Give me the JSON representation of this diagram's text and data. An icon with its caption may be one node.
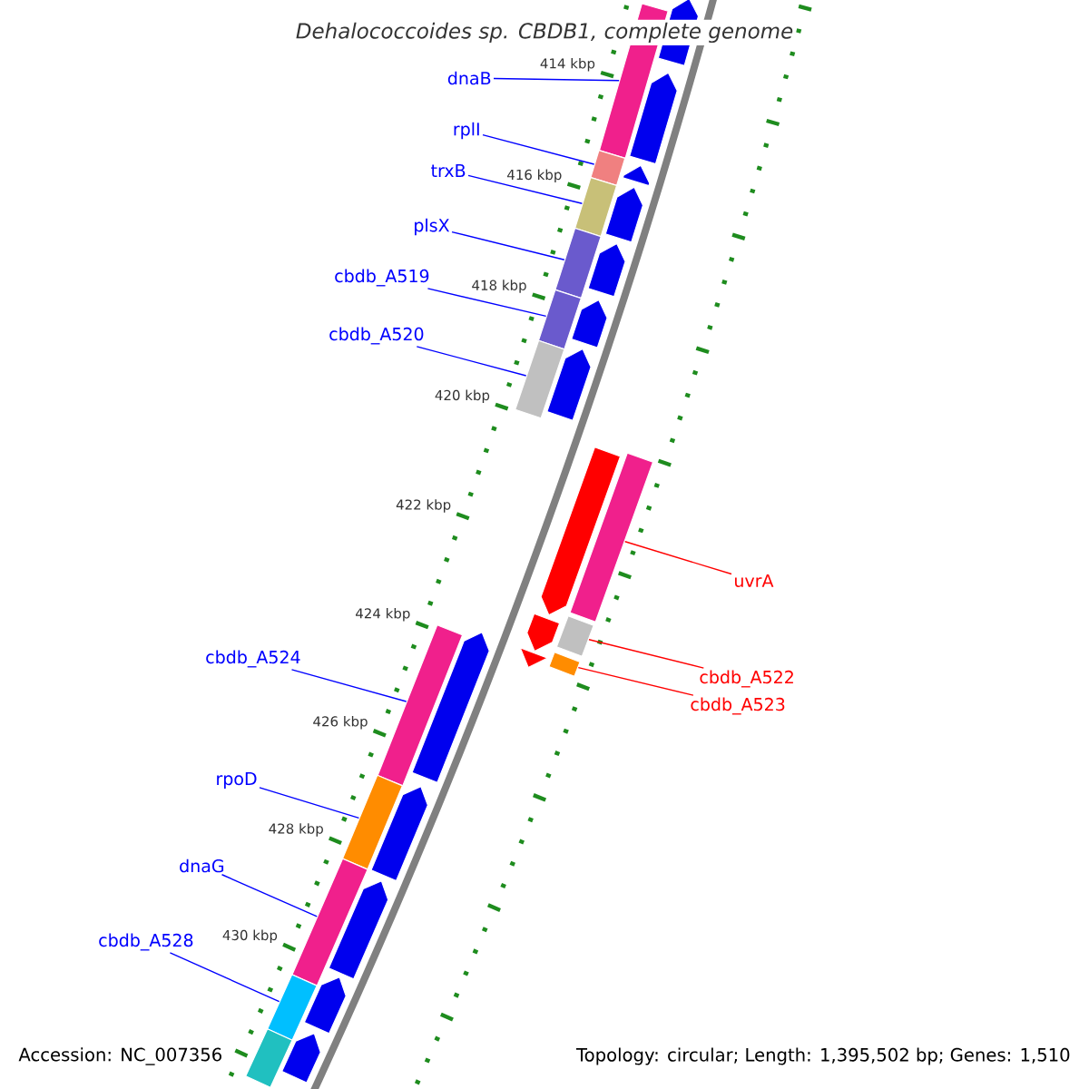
{
  "diagram": {
    "title": "Dehalococcoides sp. CBDB1, complete genome",
    "nodes": [
      {
        "text": [
          "dnaB"
        ]
      },
      {
        "text": [
          "rplI"
        ]
      },
      {
        "text": [
          "trxB"
        ]
      },
      {
        "text": [
          "plsX"
        ]
      },
      {
        "text": [
          "cbdb_A519"
        ]
      },
      {
        "text": [
          "cbdb_A520"
        ]
      },
      {
        "text": [
          "uvrA"
        ]
      },
      {
        "text": [
          "cbdb_A522"
        ]
      },
      {
        "text": [
          "cbdb_A523"
        ]
      },
      {
        "text": [
          "cbdb_A524"
        ]
      },
      {
        "text": [
          "rpoD"
        ]
      },
      {
        "text": [
          "dnaG"
        ]
      },
      {
        "text": [
          "cbdb_A528"
        ]
      },
      {
        "text": [],
        "shape": "bar"
      },
      {
        "text": [],
        "shape": "bar"
      },
      {
        "text": [],
        "shape": "bar"
      },
      {
        "text": [],
        "shape": "bar"
      },
      {
        "text": [],
        "shape": "bar"
      },
      {
        "text": [],
        "shape": "bar"
      },
      {
        "text": [],
        "shape": "bar"
      },
      {
        "text": [],
        "shape": "bar"
      },
      {
        "text": [],
        "shape": "bar"
      },
      {
        "text": [],
        "shape": "bar"
      },
      {
        "text": [],
        "shape": "bar"
      },
      {
        "text": [],
        "shape": "bar"
      },
      {
        "text": [],
        "shape": "bar"
      },
      {
        "text": [],
        "shape": "bar"
      },
      {
        "text": [],
        "shape": "pentagon"
      },
      {
        "text": [],
        "shape": "pentagon"
      },
      {
        "text": [],
        "shape": "pentagon"
      },
      {
        "text": [],
        "shape": "pentagon"
      },
      {
        "text": [],
        "shape": "pentagon"
      },
      {
        "text": [],
        "shape": "pentagon"
      },
      {
        "text": [],
        "shape": "pentagon"
      },
      {
        "text": [],
        "shape": "pentagon"
      },
      {
        "text": [],
        "shape": "pentagon"
      },
      {
        "text": [],
        "shape": "pentagon"
      },
      {
        "text": [],
        "shape": "pentagon"
      },
      {
        "text": [],
        "shape": "pentagon"
      },
      {
        "text": [],
        "shape": "pentagon"
      },
      {
        "text": [],
        "shape": "pentagon"
      },
      {
        "text": [],
        "shape": "pentagon"
      }
    ],
    "edges": [
      {
        "from": 0,
        "to": 13,
        "arrow": "none"
      },
      {
        "from": 1,
        "to": 14,
        "arrow": "none"
      },
      {
        "from": 2,
        "to": 15,
        "arrow": "none"
      },
      {
        "from": 3,
        "to": 16,
        "arrow": "none"
      },
      {
        "from": 4,
        "to": 17,
        "arrow": "none"
      },
      {
        "from": 5,
        "to": 18,
        "arrow": "none"
      },
      {
        "from": 6,
        "to": 19,
        "arrow": "none",
        "color": "#ff0000"
      },
      {
        "from": 7,
        "to": 20,
        "arrow": "none",
        "color": "#ff0000"
      },
      {
        "from": 8,
        "to": 21,
        "arrow": "none",
        "color": "#ff0000"
      },
      {
        "from": 9,
        "to": 22,
        "arrow": "none"
      },
      {
        "from": 10,
        "to": 23,
        "arrow": "none"
      },
      {
        "from": 11,
        "to": 24,
        "arrow": "none"
      },
      {
        "from": 12,
        "to": 25,
        "arrow": "none"
      }
    ],
    "labels": [
      "414 kbp",
      "416 kbp",
      "418 kbp",
      "420 kbp",
      "422 kbp",
      "424 kbp",
      "426 kbp",
      "428 kbp",
      "430 kbp",
      "Accession: NC_007356",
      "Topology: circular; Length: 1,395,502 bp; Genes: 1,510"
    ]
  }
}
